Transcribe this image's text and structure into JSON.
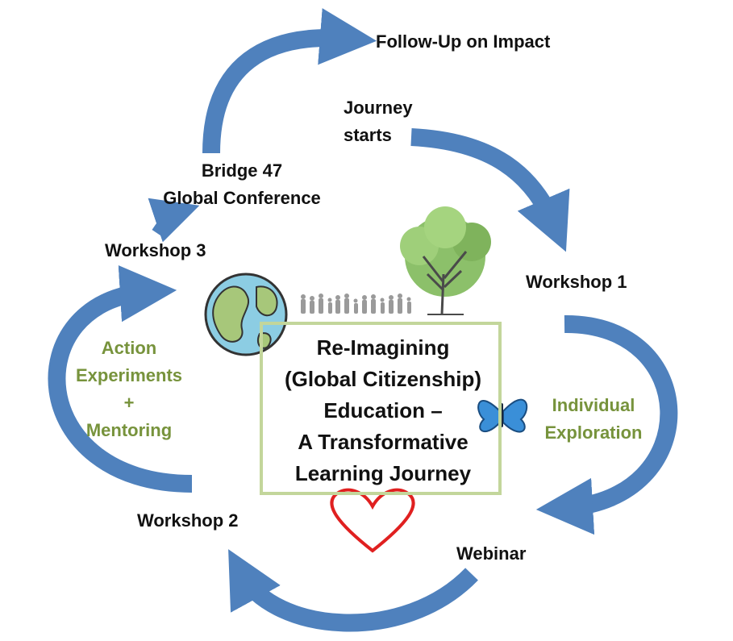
{
  "center": {
    "lines": [
      "Re-Imagining",
      "(Global Citizenship)",
      "Education –",
      "A Transformative",
      "Learning Journey"
    ]
  },
  "stages": {
    "follow_up": "Follow-Up on Impact",
    "journey_start_1": "Journey",
    "journey_start_2": "starts",
    "workshop1": "Workshop 1",
    "webinar": "Webinar",
    "workshop2": "Workshop 2",
    "workshop3": "Workshop 3",
    "bridge_1": "Bridge 47",
    "bridge_2": "Global Conference"
  },
  "phases": {
    "individual_1": "Individual",
    "individual_2": "Exploration",
    "action_1": "Action",
    "action_2": "Experiments",
    "action_3": "+",
    "action_4": "Mentoring"
  },
  "colors": {
    "arrow": "#4f81bd",
    "phase_text": "#77933c",
    "box_border": "#c3d69b",
    "heart": "#e02020",
    "butterfly": "#3a8fd8"
  },
  "icons": [
    "globe-icon",
    "people-crowd-icon",
    "tree-icon",
    "butterfly-icon",
    "heart-icon"
  ]
}
